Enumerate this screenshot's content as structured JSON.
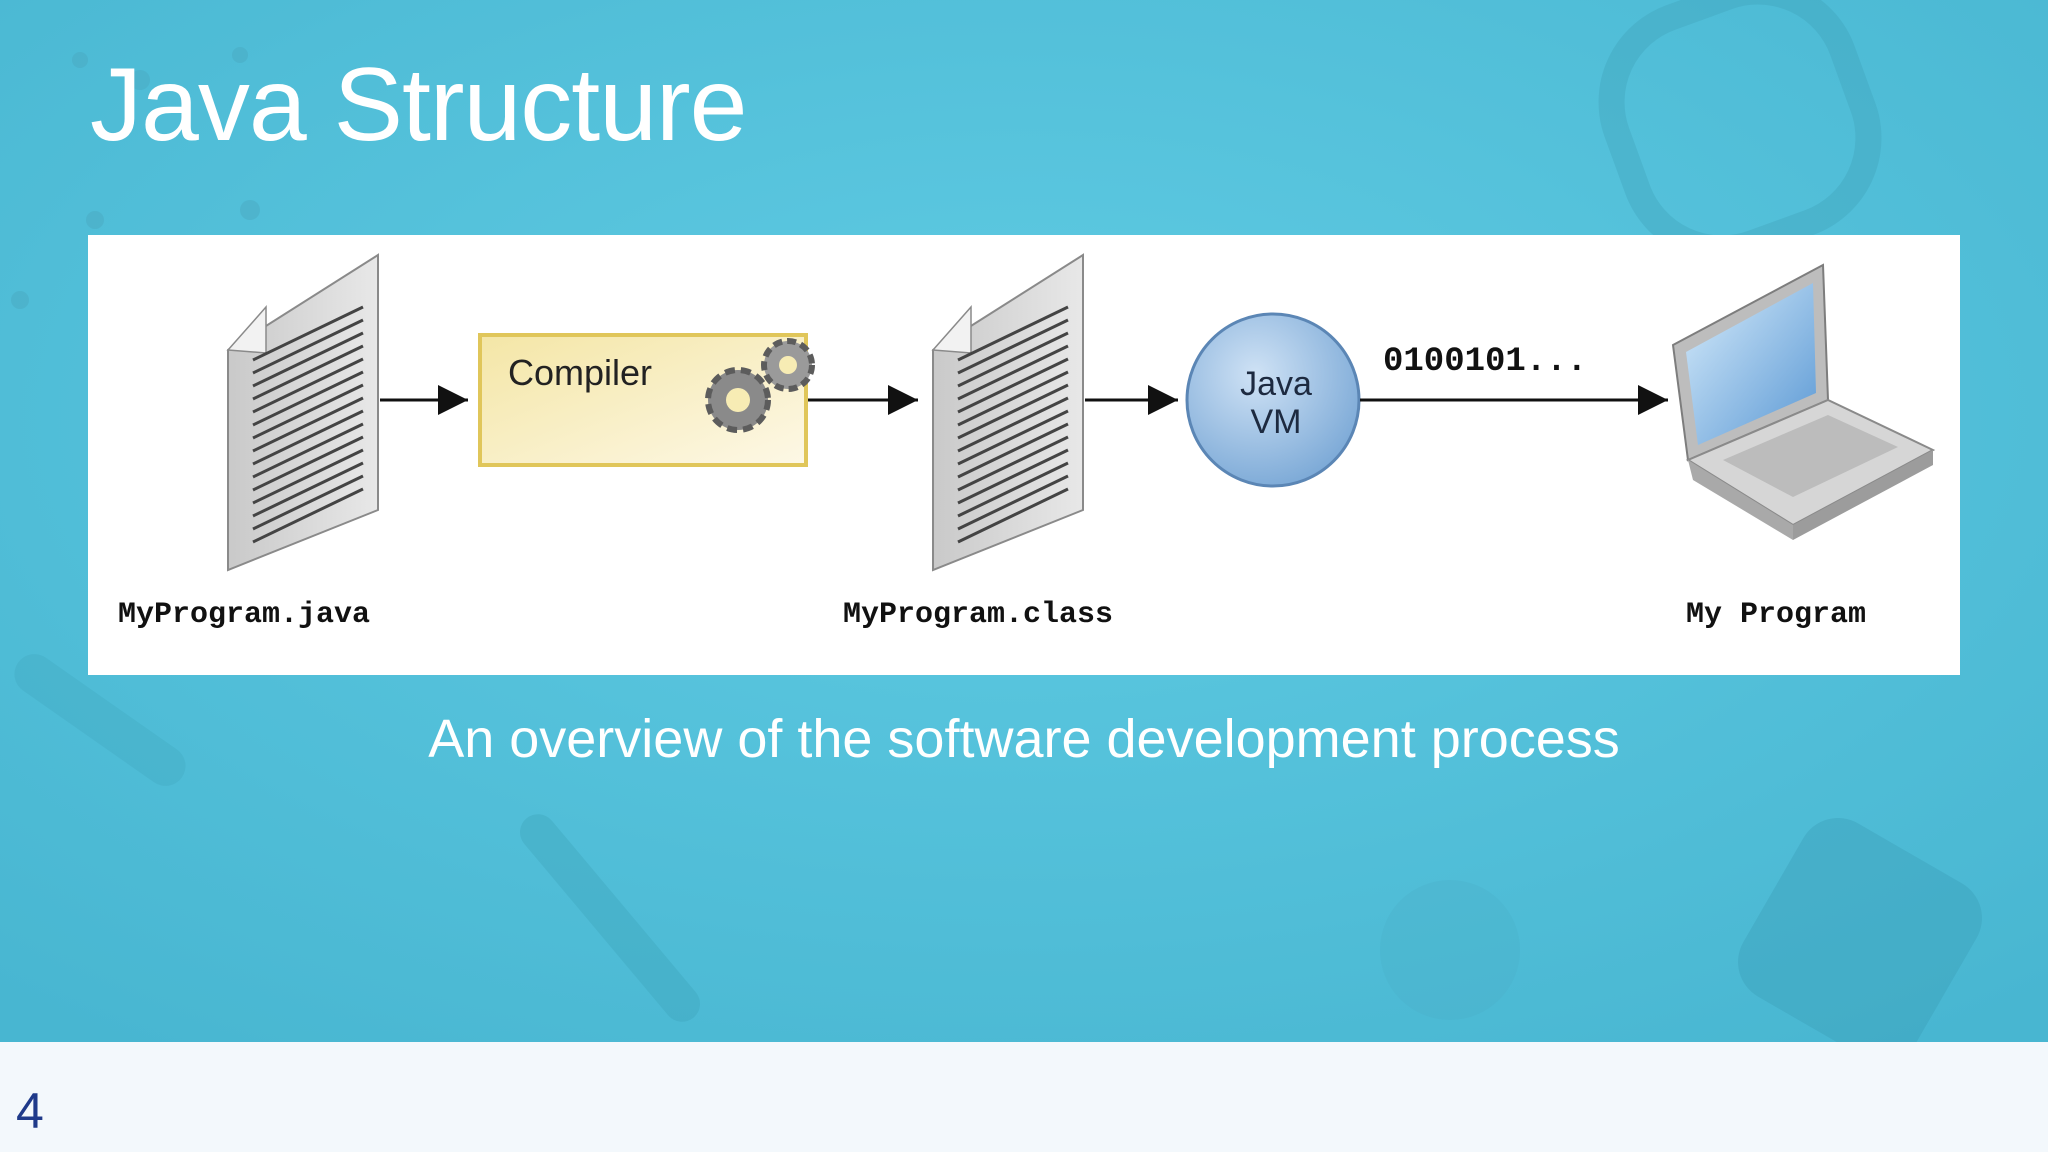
{
  "slide": {
    "title": "Java Structure",
    "caption": "An overview of the software development process",
    "page_number": "4"
  },
  "diagram": {
    "compiler_label": "Compiler",
    "jvm_label_line1": "Java",
    "jvm_label_line2": "VM",
    "bytecode_label": "0100101...",
    "source_file_label": "MyProgram.java",
    "class_file_label": "MyProgram.class",
    "output_label": "My Program"
  },
  "colors": {
    "background": "#54c3dd",
    "footer": "#f3f8fc",
    "page_number": "#1f3a8a",
    "compiler_box": "#f7ecb4",
    "jvm_circle": "#9cc3e6"
  }
}
